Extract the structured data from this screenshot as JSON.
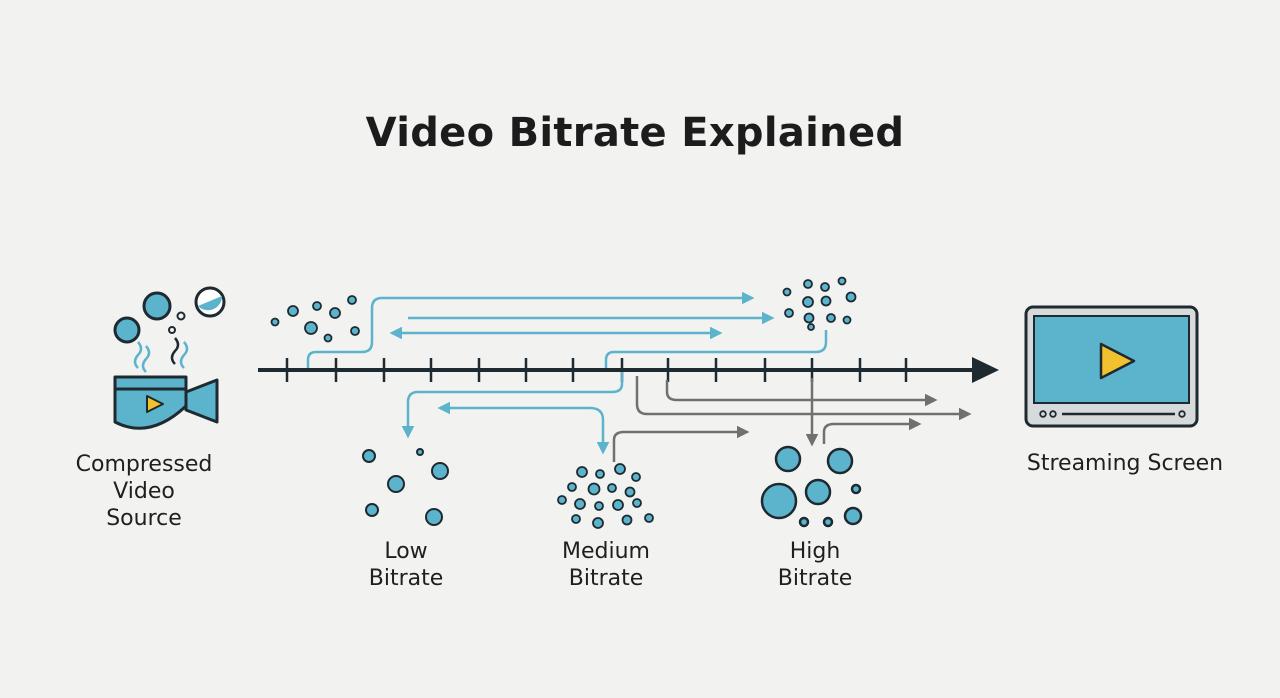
{
  "title": "Video Bitrate Explained",
  "nodes": {
    "source": {
      "lines": [
        "Compressed",
        "Video",
        "Source"
      ],
      "icon": "video-camera-icon"
    },
    "screen": {
      "label": "Streaming Screen",
      "icon": "play-screen-icon"
    },
    "low": {
      "lines": [
        "Low",
        "Bitrate"
      ]
    },
    "medium": {
      "lines": [
        "Medium",
        "Bitrate"
      ]
    },
    "high": {
      "lines": [
        "High",
        "Bitrate"
      ]
    }
  },
  "colors": {
    "accent": "#5bb3cc",
    "stroke": "#1e2a30",
    "arrow_gray": "#707070",
    "play": "#f2c12e",
    "background": "#f2f2f1"
  }
}
